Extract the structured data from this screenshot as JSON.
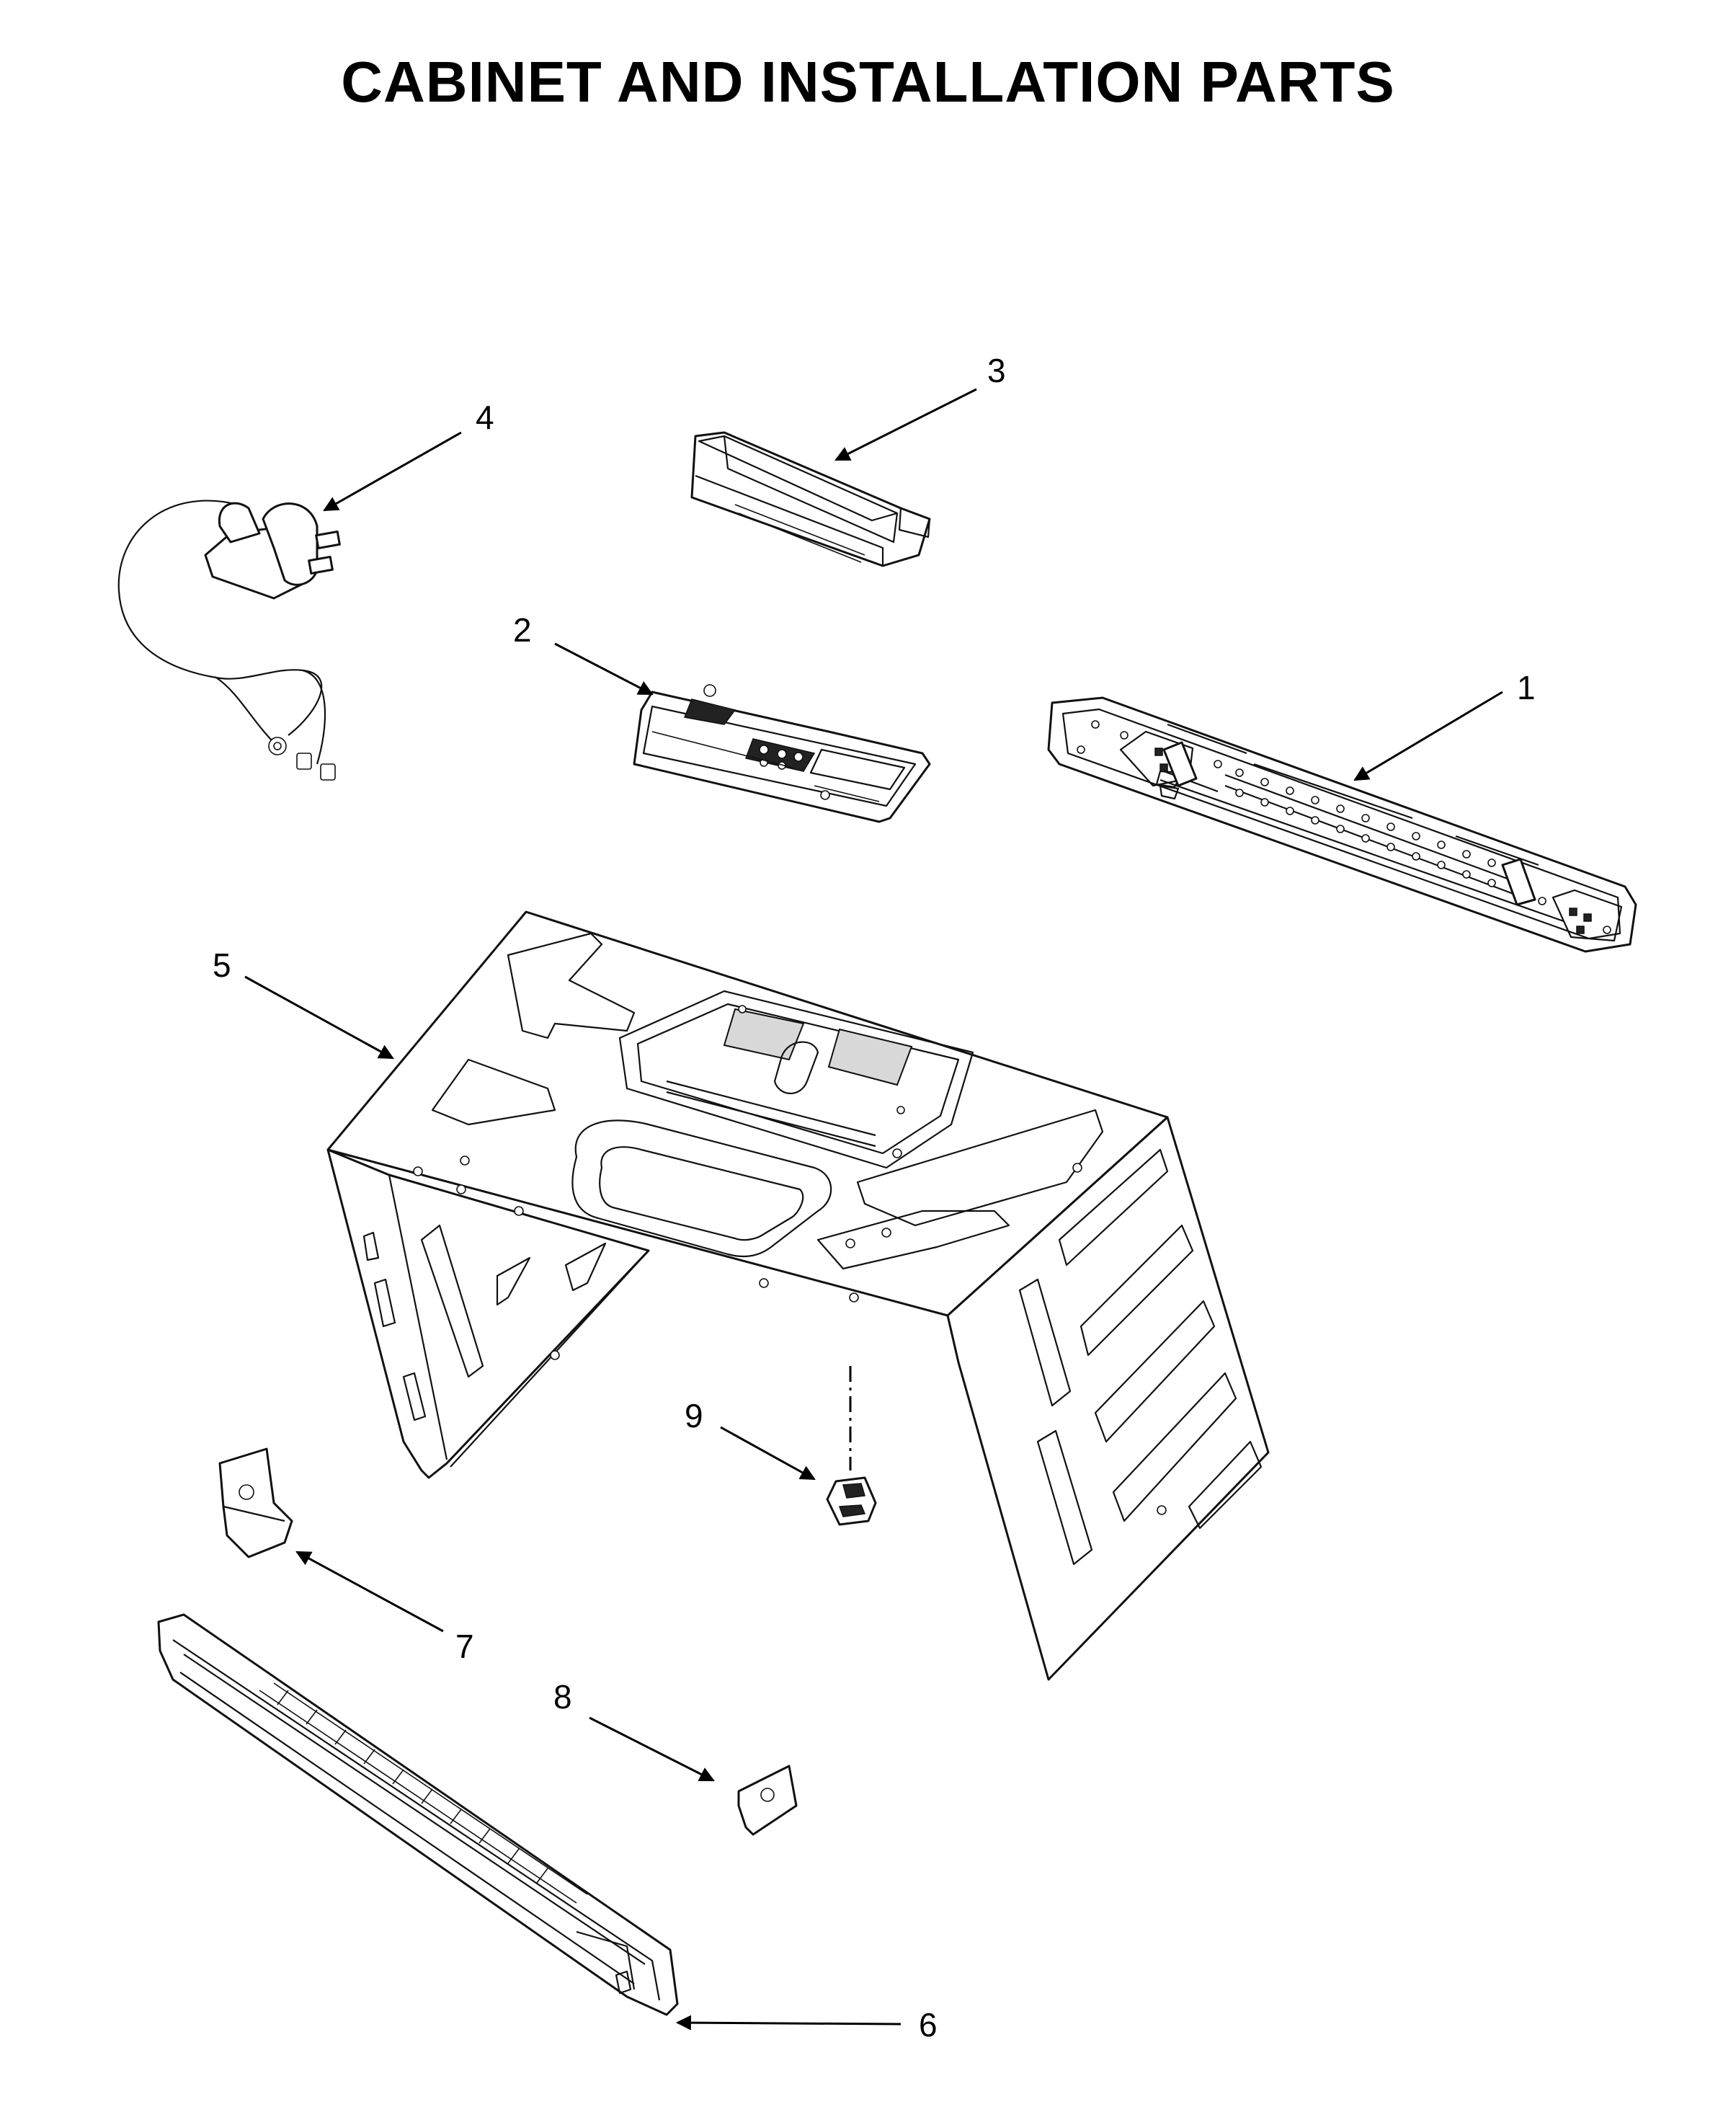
{
  "title": "CABINET AND INSTALLATION PARTS",
  "callouts": {
    "c1": "1",
    "c2": "2",
    "c3": "3",
    "c4": "4",
    "c5": "5",
    "c6": "6",
    "c7": "7",
    "c8": "8",
    "c9": "9"
  }
}
